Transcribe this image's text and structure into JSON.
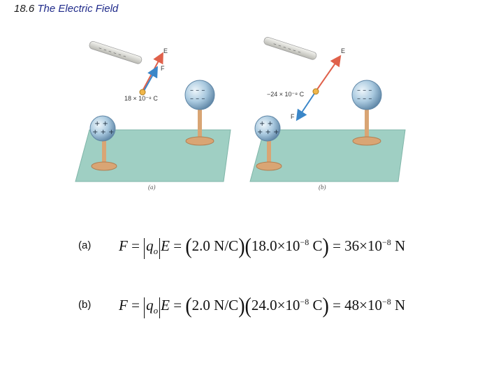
{
  "title": {
    "number": "18.6",
    "text": "The Electric Field"
  },
  "figure": {
    "panel_a": {
      "label": "(a)",
      "charge_label": "18 × 10⁻⁸ C",
      "e_label": "E",
      "f_label": "F"
    },
    "panel_b": {
      "label": "(b)",
      "charge_label": "−24 × 10⁻⁸ C",
      "e_label": "E",
      "f_label": "F"
    },
    "colors": {
      "platform": "#9fcfc3",
      "sphere": "#a9c9df",
      "stand": "#d9a574",
      "e_arrow": "#e0614b",
      "f_arrow": "#3a86c8",
      "charge": "#f0b64a"
    }
  },
  "equations": [
    {
      "label": "(a)",
      "lhs": "F",
      "q": "q",
      "q_sub": "o",
      "E": "E",
      "field": "2.0 N/C",
      "charge_mantissa": "18.0",
      "charge_exp": "−8",
      "charge_unit": "C",
      "result_mantissa": "36",
      "result_exp": "−8",
      "result_unit": "N"
    },
    {
      "label": "(b)",
      "lhs": "F",
      "q": "q",
      "q_sub": "o",
      "E": "E",
      "field": "2.0 N/C",
      "charge_mantissa": "24.0",
      "charge_exp": "−8",
      "charge_unit": "C",
      "result_mantissa": "48",
      "result_exp": "−8",
      "result_unit": "N"
    }
  ]
}
